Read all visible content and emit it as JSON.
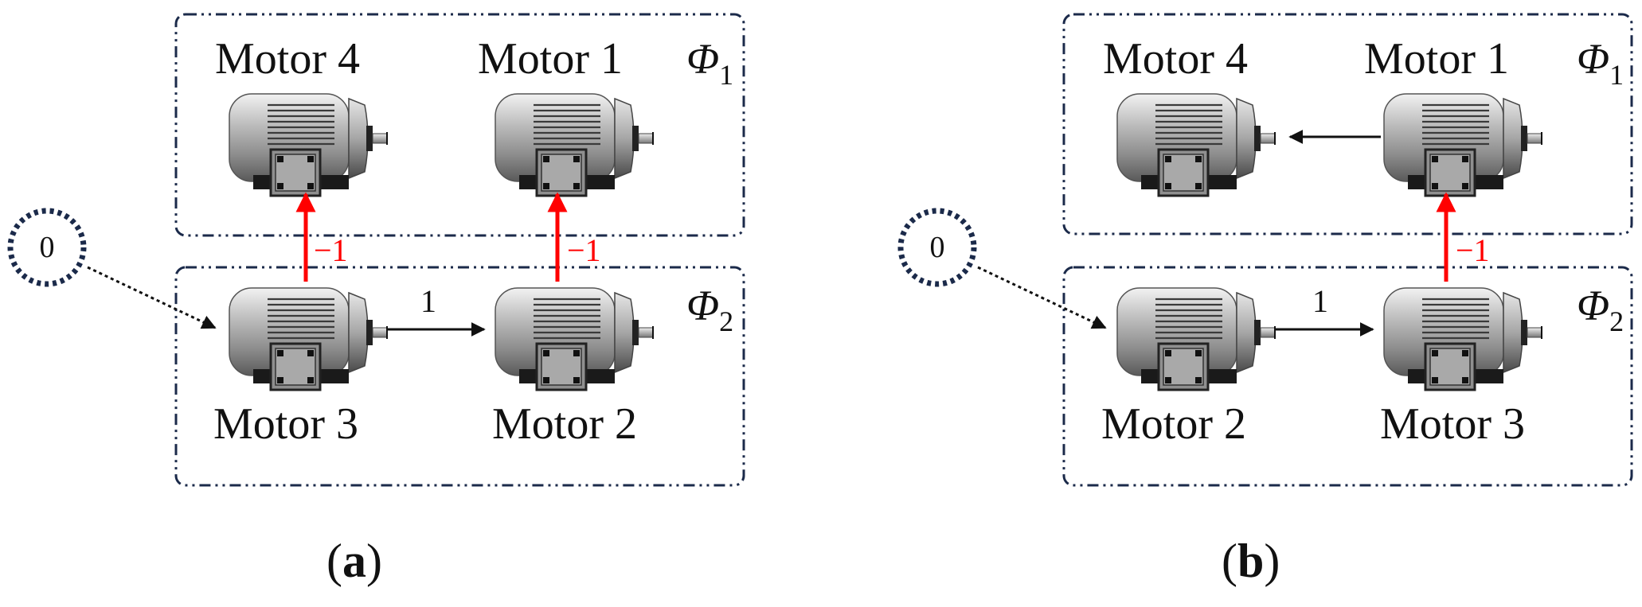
{
  "panels": [
    {
      "caption_open": "(",
      "caption_letter": "a",
      "caption_close": ")",
      "group_top": {
        "phi": "Φ",
        "sub": "1"
      },
      "group_bottom": {
        "phi": "Φ",
        "sub": "2"
      },
      "motors": {
        "top_left": "Motor 4",
        "top_right": "Motor 1",
        "bottom_left": "Motor 3",
        "bottom_right": "Motor 2"
      },
      "node_label": "0",
      "edges": {
        "left_up": "−1",
        "right_up": "−1",
        "horizontal": "1"
      }
    },
    {
      "caption_open": "(",
      "caption_letter": "b",
      "caption_close": ")",
      "group_top": {
        "phi": "Φ",
        "sub": "1"
      },
      "group_bottom": {
        "phi": "Φ",
        "sub": "2"
      },
      "motors": {
        "top_left": "Motor 4",
        "top_right": "Motor 1",
        "bottom_left": "Motor 2",
        "bottom_right": "Motor 3"
      },
      "node_label": "0",
      "edges": {
        "right_up": "−1",
        "horizontal": "1"
      }
    }
  ],
  "colors": {
    "box_stroke": "#1b2a4a",
    "positive_edge": "#111111",
    "negative_edge": "#ff0000"
  }
}
